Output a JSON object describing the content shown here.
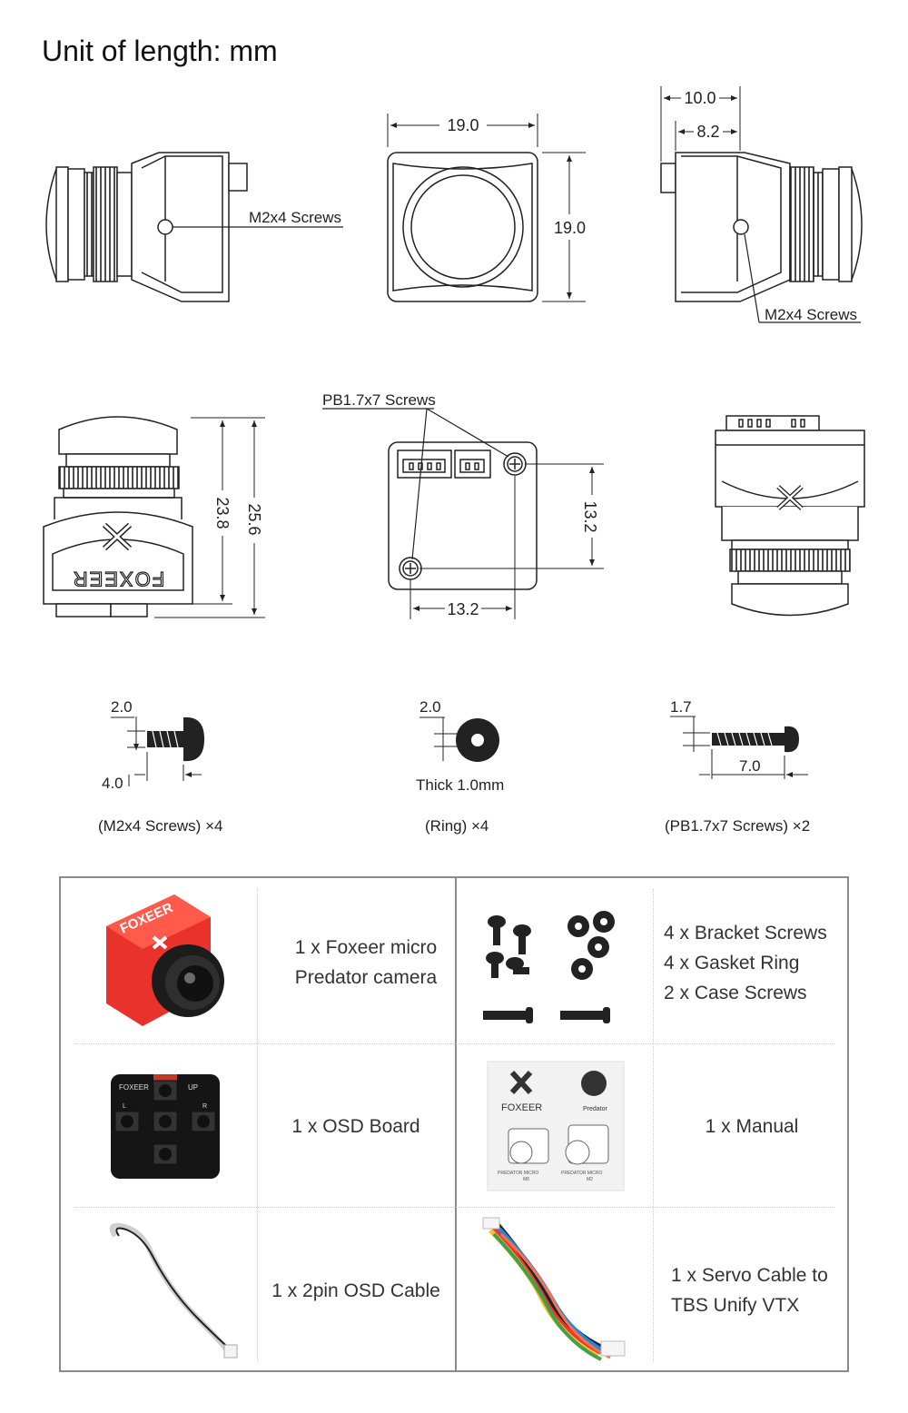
{
  "header": {
    "title": "Unit of length: mm"
  },
  "drawings": {
    "top_side_left": {
      "callout": "M2x4 Screws"
    },
    "top_front": {
      "width": "19.0",
      "height": "19.0"
    },
    "top_side_right": {
      "overall": "10.0",
      "body": "8.2",
      "callout": "M2x4 Screws"
    },
    "mid_front": {
      "h1": "23.8",
      "h2": "25.6"
    },
    "mid_back": {
      "callout": "PB1.7x7 Screws",
      "v": "13.2",
      "h": "13.2"
    },
    "hardware": [
      {
        "d": "2.0",
        "l": "4.0",
        "caption": "(M2x4 Screws) ×4"
      },
      {
        "d": "2.0",
        "note": "Thick 1.0mm",
        "caption": "(Ring) ×4"
      },
      {
        "d": "1.7",
        "l": "7.0",
        "caption": "(PB1.7x7 Screws) ×2"
      }
    ]
  },
  "package": {
    "items": [
      {
        "lines": [
          "1 x Foxeer micro",
          "Predator camera"
        ]
      },
      {
        "lines": [
          "4 x Bracket Screws",
          "4 x Gasket Ring",
          "2 x Case Screws"
        ]
      },
      {
        "lines": [
          "1 x OSD Board"
        ]
      },
      {
        "lines": [
          "1 x Manual"
        ]
      },
      {
        "lines": [
          "1 x 2pin OSD Cable"
        ]
      },
      {
        "lines": [
          "1 x Servo Cable to",
          "TBS Unify VTX"
        ]
      }
    ],
    "product_labels": {
      "camera_brand": "FOXEER",
      "osd_brand": "FOXEER",
      "osd_up": "UP",
      "osd_l": "L",
      "osd_r": "R",
      "manual_brand": "FOXEER",
      "manual_sub": "Predator",
      "manual_m8": "PREDATOR MICRO",
      "manual_m8b": "M8",
      "manual_m2": "PREDATOR MICRO",
      "manual_m2b": "M2"
    },
    "colors": {
      "camera_red": "#e8322b",
      "border": "#8a8a8a"
    }
  }
}
